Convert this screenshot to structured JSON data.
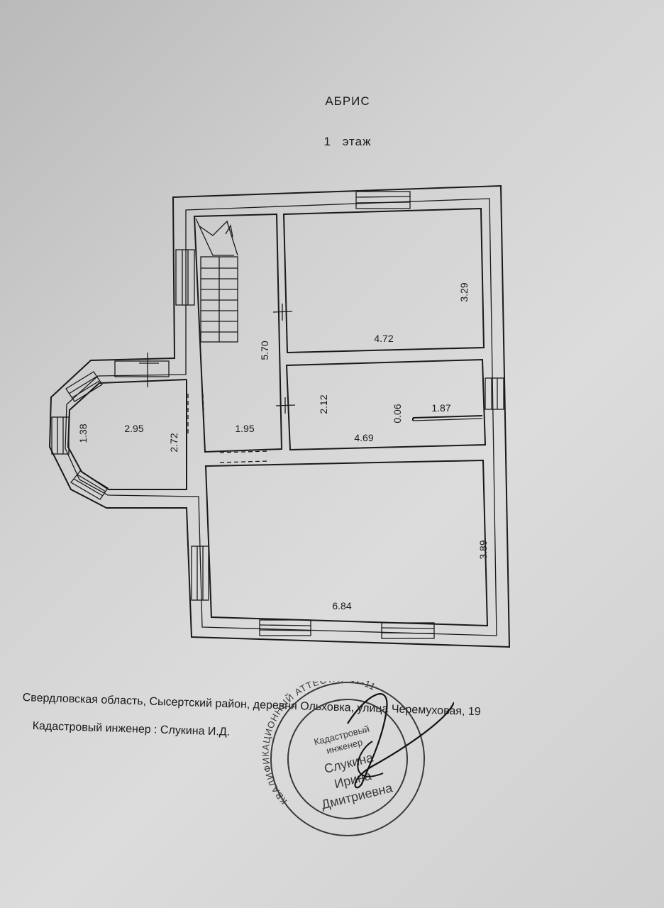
{
  "document": {
    "title": "АБРИС",
    "floor": "1 этаж"
  },
  "dimensions": {
    "room_top_right_height": "3.29",
    "room_top_right_width": "4.72",
    "stair_hall_length": "5.70",
    "middle_room_height": "2.12",
    "middle_room_partition_thickness": "0.06",
    "middle_room_closet_width": "1.87",
    "middle_room_width": "4.69",
    "bay_room_depth": "1.38",
    "bay_room_width": "2.95",
    "bay_room_height": "2.72",
    "hall_width": "1.95",
    "large_room_height": "3.89",
    "large_room_width": "6.84"
  },
  "footer": {
    "address": "Свердловская область, Сысертский район, деревня Ольховка, улица Черемуховая, 19",
    "engineer": "Кадастровый инженер : Слукина И.Д."
  },
  "stamp": {
    "outer_text": "КВАЛИФИКАЦИОННЫЙ АТТЕСТАТ 47-11",
    "inner_line_1": "Кадастровый",
    "inner_line_2": "инженер",
    "inner_line_3": "Слукина",
    "inner_line_4": "Ирина",
    "inner_line_5": "Дмитриевна"
  },
  "colors": {
    "paper": "#d2d2d2",
    "ink": "#1a1a1a",
    "stamp_ink": "#3a3a3a"
  }
}
